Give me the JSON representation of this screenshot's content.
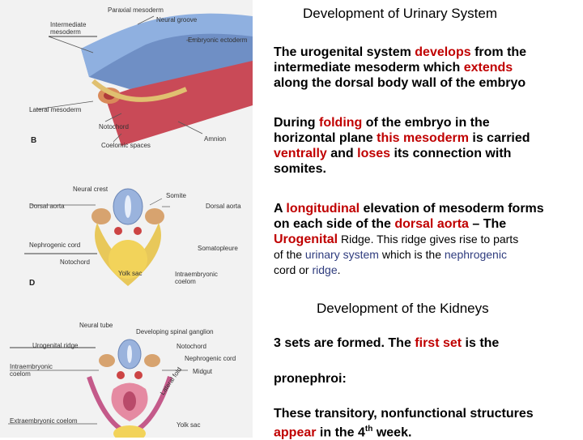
{
  "figure": {
    "top_labels": {
      "paraxial_mesoderm": "Paraxial mesoderm",
      "intermediate_mesoderm": "Intermediate mesoderm",
      "neural_groove": "Neural groove",
      "embryonic_ectoderm": "Embryonic ectoderm",
      "lateral_mesoderm": "Lateral mesoderm",
      "notochord": "Notochord",
      "amnion": "Amnion",
      "coelomic_spaces": "Coelomic spaces",
      "panel_letter": "B"
    },
    "middle_labels": {
      "neural_crest": "Neural crest",
      "somite": "Somite",
      "dorsal_aorta_left": "Dorsal aorta",
      "dorsal_aorta_right": "Dorsal aorta",
      "nephrogenic_cord": "Nephrogenic cord",
      "somatopleure": "Somatopleure",
      "notochord": "Notochord",
      "yolk_sac": "Yolk sac",
      "intraembryonic_coelom": "Intraembryonic coelom",
      "panel_letter": "D"
    },
    "bottom_labels": {
      "neural_tube": "Neural tube",
      "developing_spinal_ganglion": "Developing spinal ganglion",
      "urogenital_ridge": "Urogenital ridge",
      "notochord": "Notochord",
      "nephrogenic_cord": "Nephrogenic cord",
      "intraembryonic_coelom": "Intraembryonic coelom",
      "midgut": "Midgut",
      "lateral_fold": "Lateral fold",
      "extraembryonic_coelom": "Extraembryonic coelom",
      "yolk_sac": "Yolk sac"
    }
  },
  "content": {
    "title1": "Development of Urinary System",
    "p1": {
      "a": "The urogenital system ",
      "b": "develops",
      "c": " from the",
      "d": "intermediate mesoderm which ",
      "e": "extends",
      "f": "along the dorsal body wall of the embryo"
    },
    "p2": {
      "a": "During ",
      "b": "folding",
      "c": " of the embryo in the",
      "d": "horizontal plane ",
      "e": "this mesoderm",
      "f": " is carried",
      "g": "ventrally",
      "h": " and ",
      "i": "loses",
      "j": " its connection with",
      "k": "somites."
    },
    "p3": {
      "a": "A ",
      "b": "longitudinal",
      "c": " elevation of mesoderm forms",
      "d": "on each side of the ",
      "e": "dorsal aorta",
      "f": " – The",
      "g": "Urogenital",
      "h": " Ridge.",
      "i": " This ridge gives rise to parts",
      "j": "of the ",
      "k": "urinary system",
      "l": " which is the ",
      "m": "nephrogenic",
      "n": "cord or ",
      "o": "ridge",
      "p": "."
    },
    "title2": "Development of the Kidneys",
    "p4": {
      "a": "3 sets are formed. The ",
      "b": "first set",
      "c": " is the"
    },
    "p5": "pronephroi:",
    "p6": {
      "a": "These transitory, nonfunctional structures",
      "b": "appear",
      "c": " in the 4",
      "sup": "th",
      "d": " week."
    }
  }
}
